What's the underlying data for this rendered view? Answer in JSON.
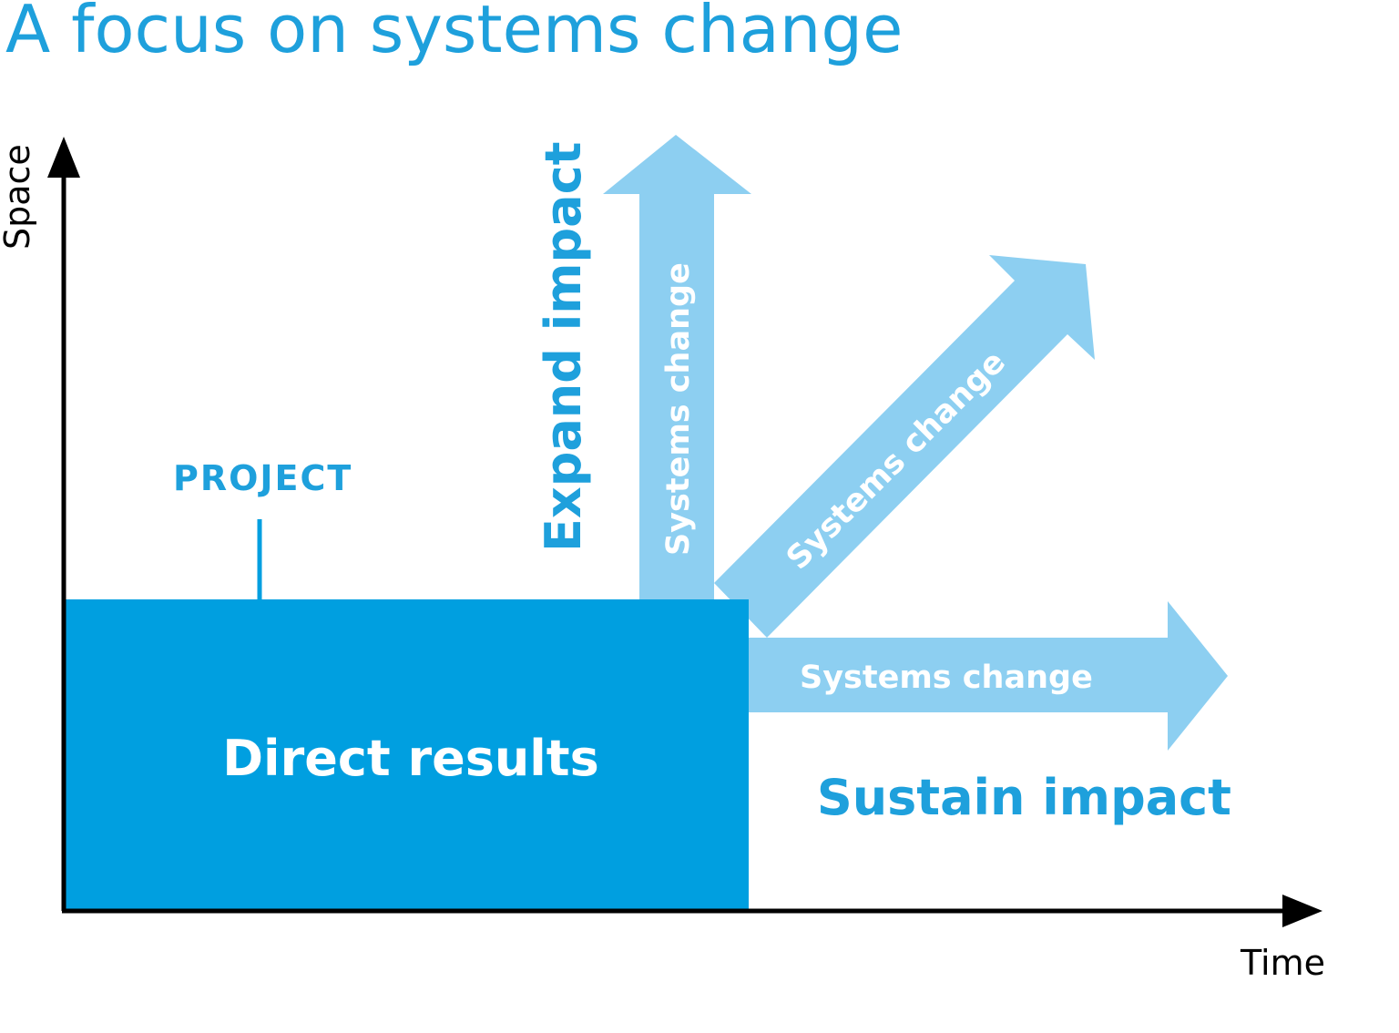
{
  "title": "A focus on systems change",
  "axes": {
    "y_label": "Space",
    "x_label": "Time"
  },
  "project": {
    "label": "PROJECT"
  },
  "direct_results": {
    "label": "Direct results"
  },
  "arrows": {
    "vertical_label": "Systems change",
    "diagonal_label": "Systems change",
    "horizontal_label": "Systems change"
  },
  "impacts": {
    "expand": "Expand impact",
    "sustain": "Sustain impact"
  },
  "colors": {
    "title": "#1ea0dc",
    "dark_blue": "#009fe0",
    "light_blue": "#8dcff1",
    "axis": "#000000",
    "white_text": "#ffffff"
  }
}
